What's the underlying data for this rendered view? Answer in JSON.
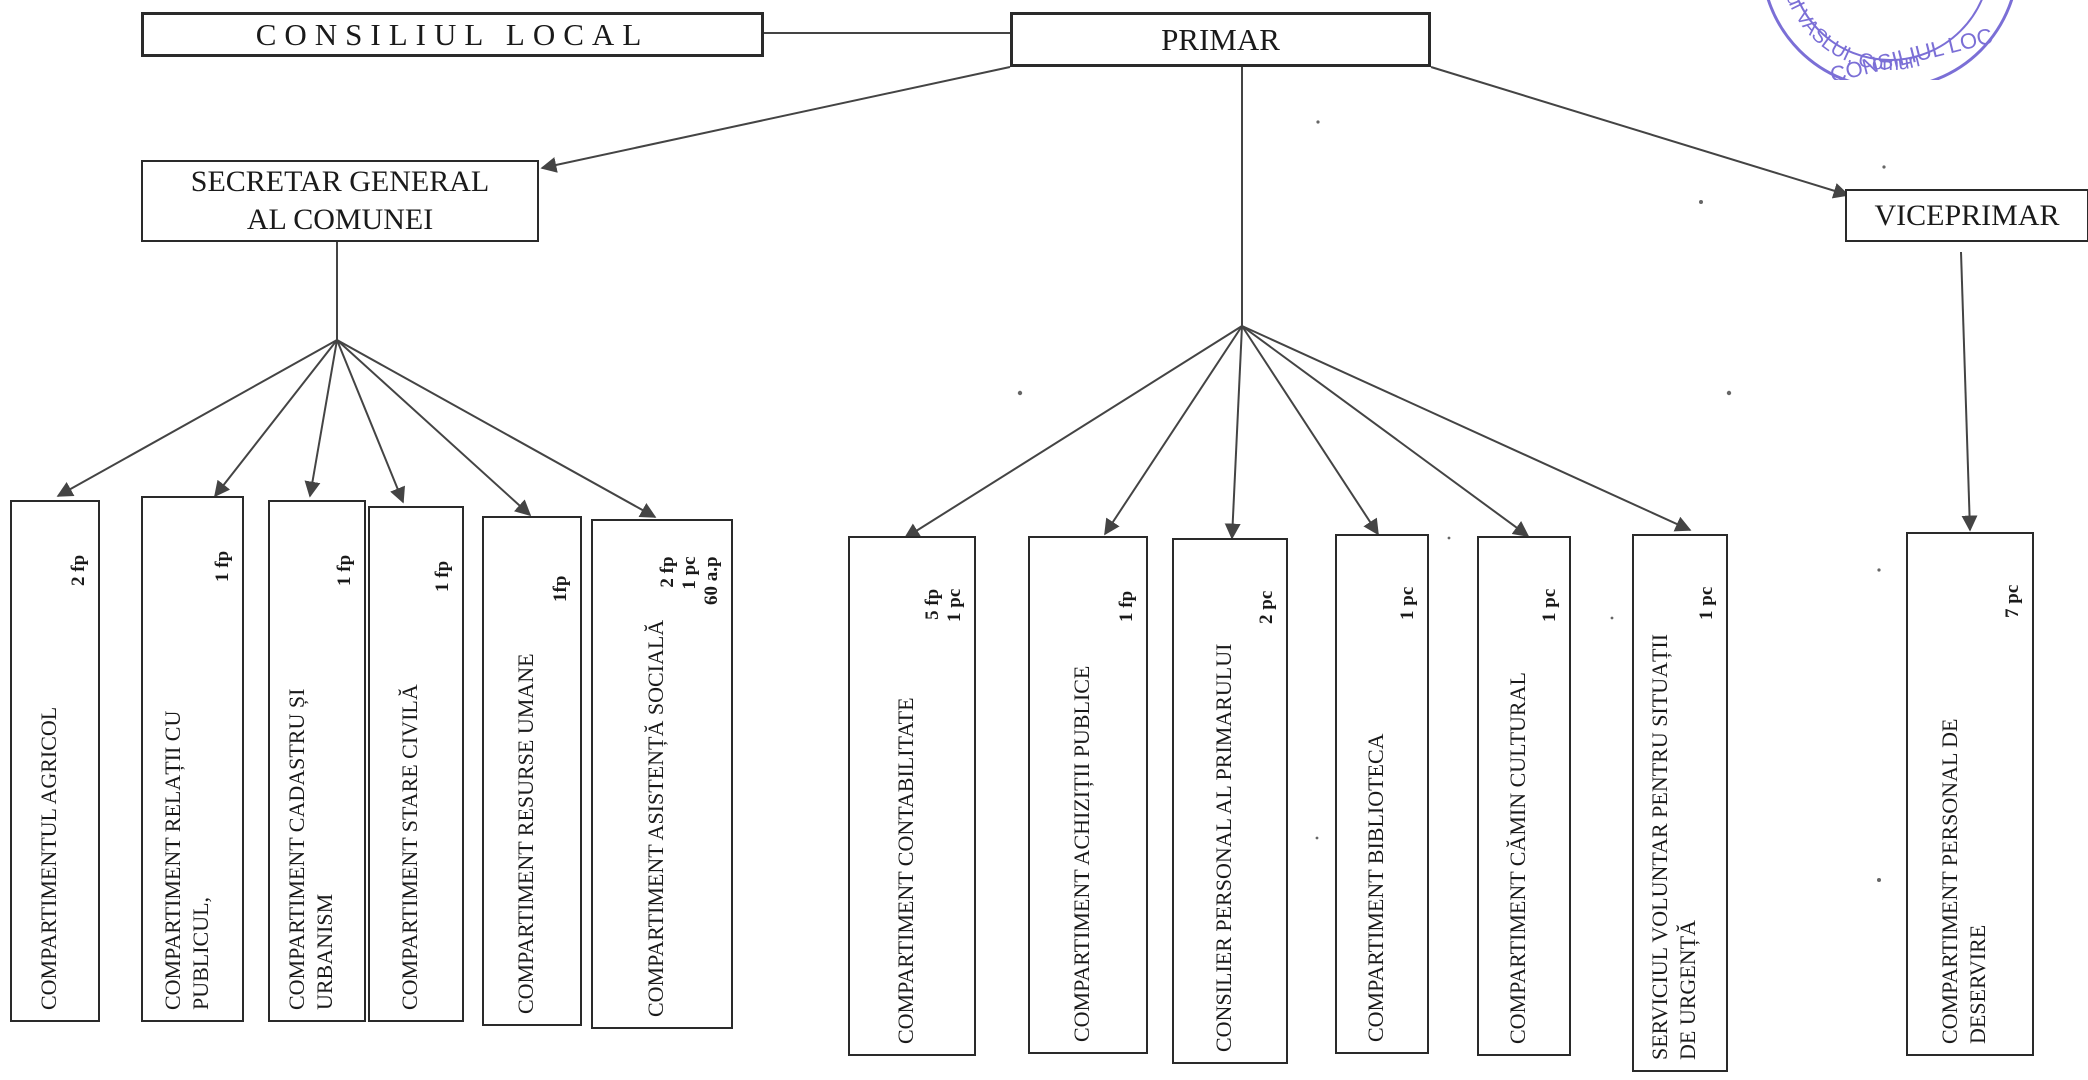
{
  "header": {
    "council": "CONSILIUL LOCAL",
    "mayor": "PRIMAR",
    "secretary_line1": "SECRETAR GENERAL",
    "secretary_line2": "AL COMUNEI",
    "vicemayor": "VICEPRIMAR"
  },
  "stamp": {
    "line1": "ețul VASLUI, Comun",
    "line2": "CONSILIUL LOC"
  },
  "departments": [
    {
      "id": "agricol",
      "name": "COMPARTIMENTUL AGRICOL",
      "name2": "",
      "count1": "2 fp",
      "count2": "",
      "count3": ""
    },
    {
      "id": "relatii",
      "name": "COMPARTIMENT RELAȚII CU",
      "name2": "PUBLICUL,",
      "count1": "1 fp",
      "count2": "",
      "count3": ""
    },
    {
      "id": "cadastru",
      "name": "COMPARTIMENT CADASTRU ȘI",
      "name2": "URBANISM",
      "count1": "1 fp",
      "count2": "",
      "count3": ""
    },
    {
      "id": "stare",
      "name": "COMPARTIMENT  STARE CIVILĂ",
      "name2": "",
      "count1": "1 fp",
      "count2": "",
      "count3": ""
    },
    {
      "id": "resurse",
      "name": "COMPARTIMENT  RESURSE UMANE",
      "name2": "",
      "count1": "1fp",
      "count2": "",
      "count3": ""
    },
    {
      "id": "asistenta",
      "name": "COMPARTIMENT  ASISTENȚĂ SOCIALĂ",
      "name2": "",
      "count1": "2 fp",
      "count2": "1 pc",
      "count3": "60 a.p"
    },
    {
      "id": "contabilitate",
      "name": "COMPARTIMENT CONTABILITATE",
      "name2": "",
      "count1": "5 fp",
      "count2": "1 pc",
      "count3": ""
    },
    {
      "id": "achizitii",
      "name": "COMPARTIMENT ACHIZIȚII PUBLICE",
      "name2": "",
      "count1": "1 fp",
      "count2": "",
      "count3": ""
    },
    {
      "id": "consilier",
      "name": "CONSILIER  PERSONAL AL PRIMARULUI",
      "name2": "",
      "count1": "2 pc",
      "count2": "",
      "count3": ""
    },
    {
      "id": "biblioteca",
      "name": "COMPARTIMENT BIBLIOTECA",
      "name2": "",
      "count1": "1 pc",
      "count2": "",
      "count3": ""
    },
    {
      "id": "camin",
      "name": "COMPARTIMENT CĂMIN CULTURAL",
      "name2": "",
      "count1": "1 pc",
      "count2": "",
      "count3": ""
    },
    {
      "id": "serviciu",
      "name": "SERVICIUL  VOLUNTAR  PENTRU  SITUAȚII",
      "name2": "DE URGENȚĂ",
      "count1": "1 pc",
      "count2": "",
      "count3": ""
    },
    {
      "id": "deservire",
      "name": "COMPARTIMENT   PERSONAL   DE",
      "name2": "DESERVIRE",
      "count1": "7 pc",
      "count2": "",
      "count3": ""
    }
  ]
}
